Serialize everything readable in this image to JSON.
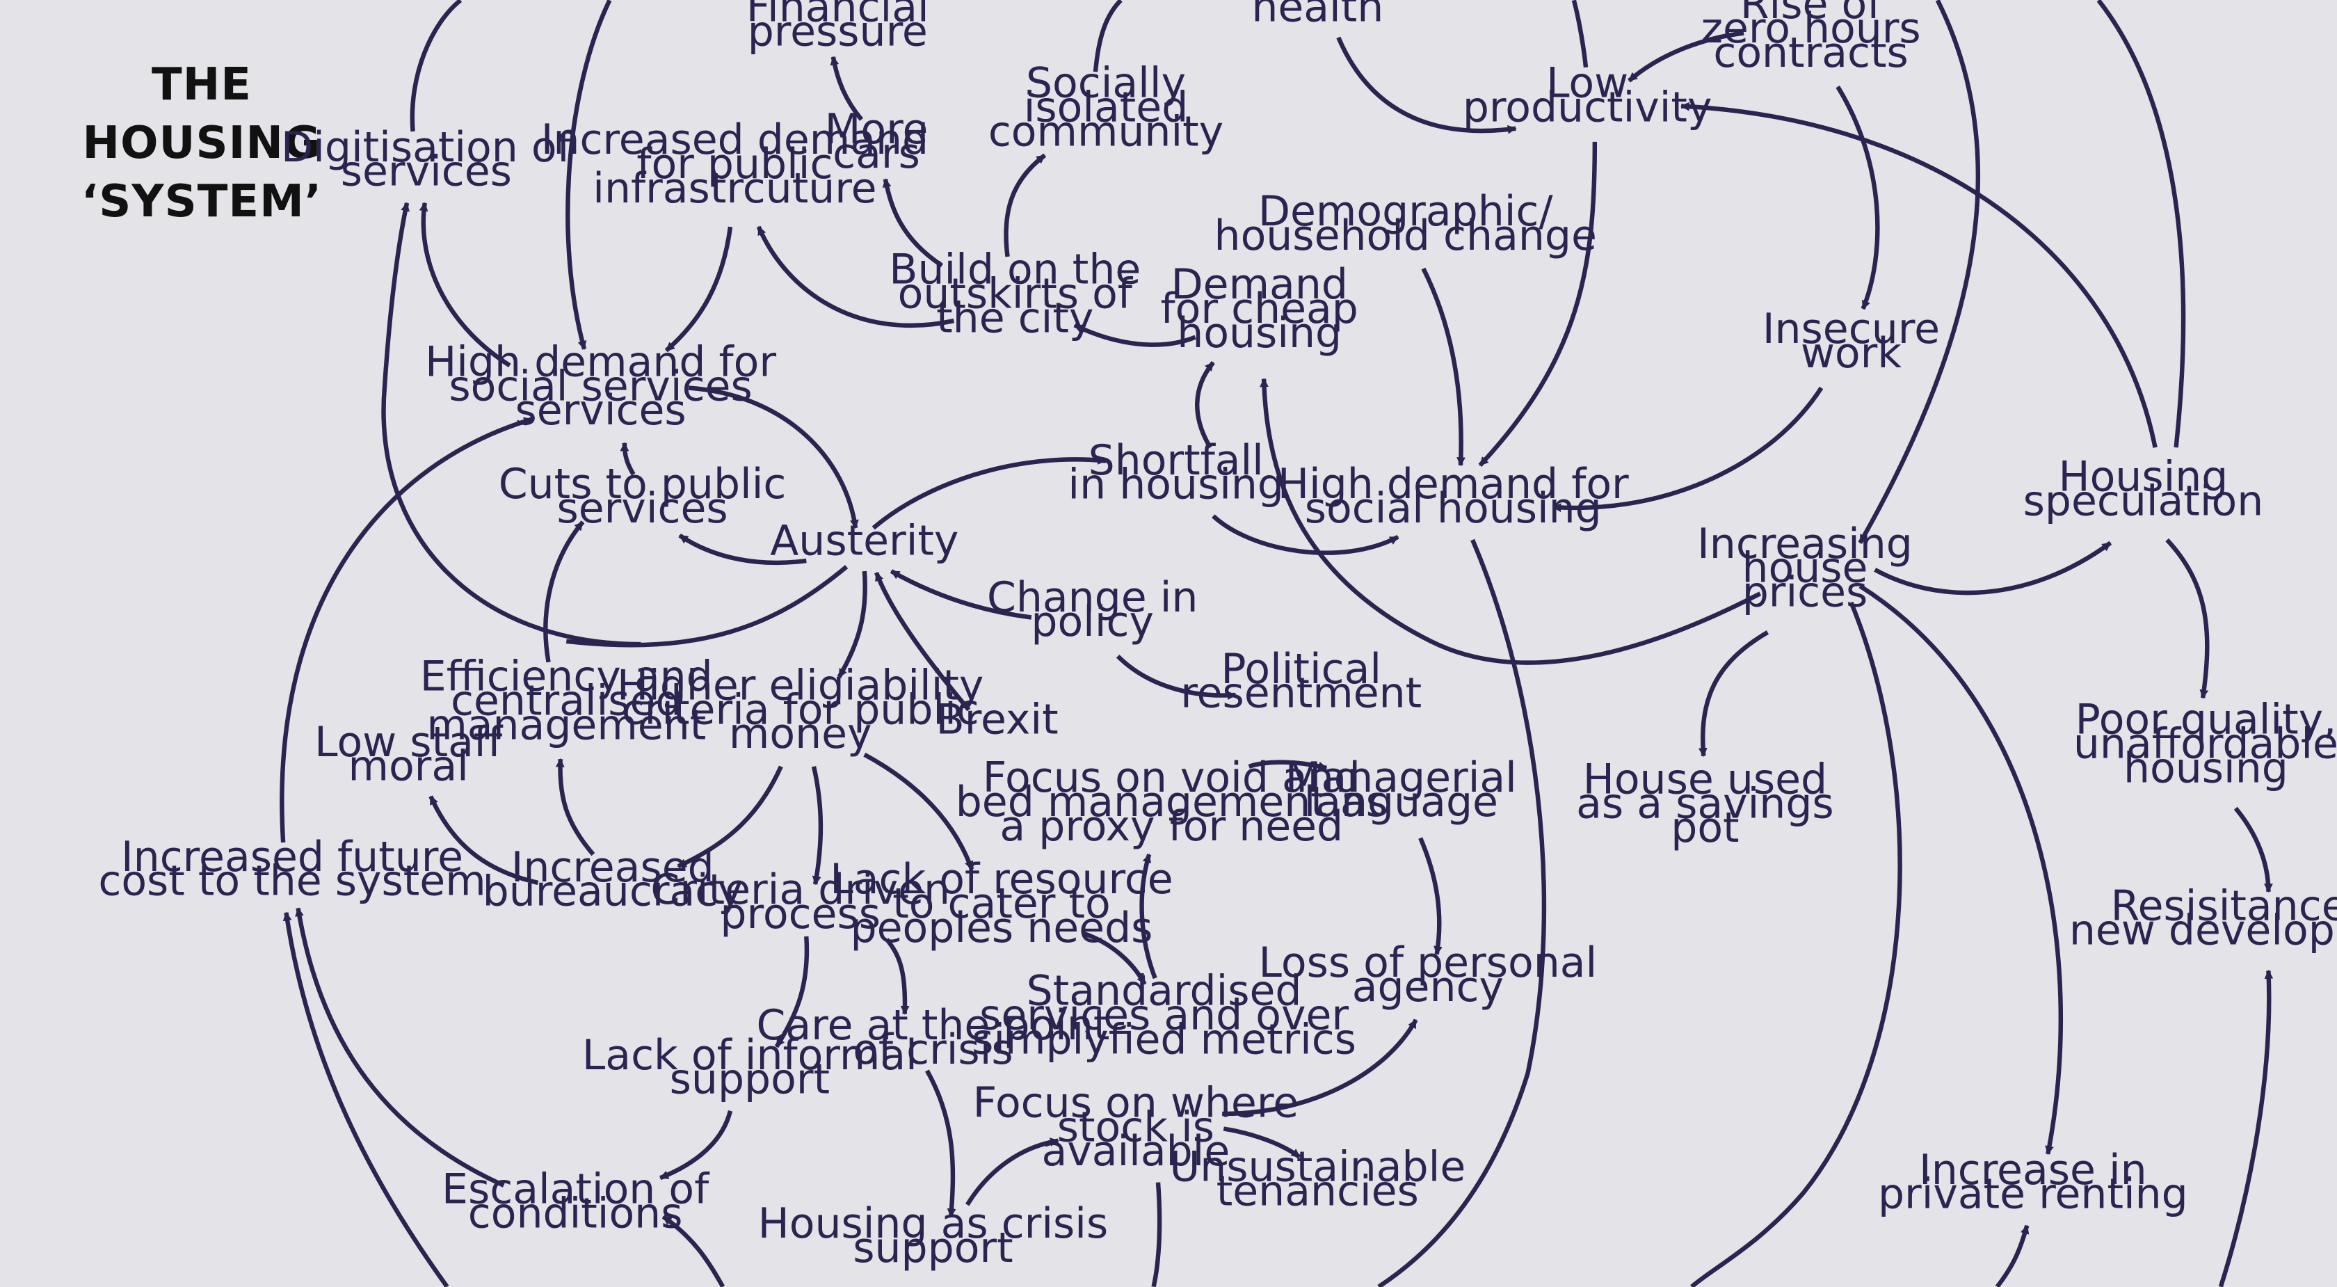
{
  "title": [
    "THE",
    "HOUSING",
    "‘SYSTEM’"
  ],
  "colors": {
    "background": "#e4e3e8",
    "ink": "#2a2550",
    "title": "#111111"
  },
  "nodes": {
    "financial_pressure": [
      "Financial",
      "pressure"
    ],
    "health": [
      "health"
    ],
    "rise_zero_hours": [
      "Rise of",
      "zero hours",
      "contracts"
    ],
    "socially_isolated": [
      "Socially",
      "isolated",
      "community"
    ],
    "more_cars": [
      "More",
      "cars"
    ],
    "low_productivity": [
      "Low",
      "productivity"
    ],
    "digitisation": [
      "Digitisation of",
      "services"
    ],
    "increased_demand_infra": [
      "Increased demand",
      "for public",
      "infrastrcuture"
    ],
    "build_outskirts": [
      "Build on the",
      "outskirts of",
      "the city"
    ],
    "demographic_change": [
      "Demographic/",
      "household change"
    ],
    "demand_cheap_housing": [
      "Demand",
      "for cheap",
      "housing"
    ],
    "insecure_work": [
      "Insecure",
      "work"
    ],
    "high_demand_social_services": [
      "High demand for",
      "social services",
      "services"
    ],
    "cuts_public_services": [
      "Cuts to public",
      "services"
    ],
    "shortfall_housing": [
      "Shortfall",
      "in housing"
    ],
    "high_demand_social_housing": [
      "High demand for",
      "social housing"
    ],
    "housing_speculation": [
      "Housing",
      "speculation"
    ],
    "austerity": [
      "Austerity"
    ],
    "increasing_house_prices": [
      "Increasing",
      "house",
      "prices"
    ],
    "change_policy": [
      "Change in",
      "policy"
    ],
    "political_resentment": [
      "Political",
      "resentment"
    ],
    "efficiency_management": [
      "Efficiency and",
      "centralised",
      "management"
    ],
    "higher_eligibility": [
      "Higher eligiability",
      "criteria for public",
      "money"
    ],
    "brexit": [
      "Brexit"
    ],
    "low_staff_moral": [
      "Low staff",
      "moral"
    ],
    "focus_void": [
      "Focus on void and",
      "bed management as",
      "a proxy for need"
    ],
    "managerial_language": [
      "Managerial",
      "language"
    ],
    "house_savings_pot": [
      "House used",
      "as a savings",
      "pot"
    ],
    "poor_quality_housing": [
      "Poor quality,",
      "unaffordable",
      "housing"
    ],
    "increased_future_cost": [
      "Increased future",
      "cost to the system"
    ],
    "increased_bureaucracy": [
      "Increased",
      "bureaucracy"
    ],
    "criteria_driven": [
      "Criteria driven",
      "process"
    ],
    "lack_resource": [
      "Lack of resource",
      "to cater to",
      "peoples needs"
    ],
    "resistance_development": [
      "Resisitance to",
      "new development"
    ],
    "loss_agency": [
      "Loss of personal",
      "agency"
    ],
    "standardised_services": [
      "Standardised",
      "services and over",
      "simplyfied metrics"
    ],
    "care_point_crisis": [
      "Care at the point",
      "of crisis"
    ],
    "lack_informal_support": [
      "Lack of informal",
      "support"
    ],
    "focus_stock": [
      "Focus on where",
      "stock is",
      "available"
    ],
    "unsustainable_tenancies": [
      "Unsustainable",
      "tenancies"
    ],
    "increase_private_renting": [
      "Increase in",
      "private renting"
    ],
    "escalation_conditions": [
      "Escalation of",
      "conditions"
    ],
    "housing_crisis_support": [
      "Housing as crisis",
      "support"
    ]
  }
}
